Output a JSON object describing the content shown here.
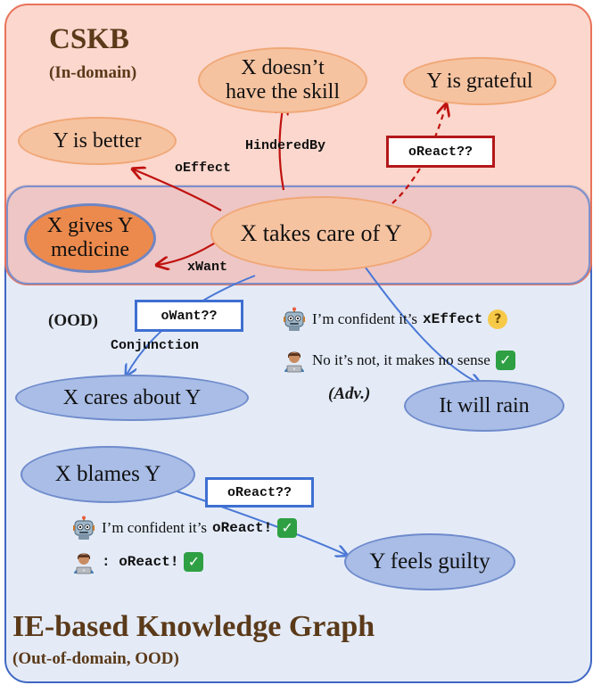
{
  "regions": {
    "cskb": {
      "title": "CSKB",
      "subtitle": "(In-domain)"
    },
    "ie": {
      "title": "IE-based Knowledge Graph",
      "subtitle": "(Out-of-domain, OOD)"
    }
  },
  "nodes": {
    "no_skill": "X doesn’t\nhave the skill",
    "grateful": "Y is grateful",
    "better": "Y is better",
    "takes_care": "X takes care of Y",
    "medicine": "X gives Y\nmedicine",
    "cares_about": "X cares about Y",
    "rain": "It will rain",
    "blames": "X blames Y",
    "guilty": "Y feels guilty"
  },
  "edges": {
    "hindered_by": "HinderedBy",
    "o_effect": "oEffect",
    "x_want": "xWant",
    "conjunction": "Conjunction"
  },
  "query_boxes": {
    "oreact_top": "oReact??",
    "owant": "oWant??",
    "oreact_bottom": "oReact??"
  },
  "tags": {
    "ood": "(OOD)",
    "adv": "(Adv.)"
  },
  "chat": {
    "robot1_text": "I’m confident it’s",
    "robot1_relation": "xEffect",
    "human1_text": "No it’s not, it makes no sense",
    "robot2_text": "I’m confident it’s",
    "robot2_relation": "oReact!",
    "human2_relation": ": oReact!"
  },
  "colors": {
    "cskb_bg": "#fbdcd3",
    "cskb_border": "#e8735a",
    "ie_bg": "#e4ebf7",
    "ie_border": "#3f67c4",
    "red_arrow": "#c0120f",
    "blue_arrow": "#4a78d6"
  },
  "icons": [
    "robot-icon",
    "human-icon",
    "thinking-face-icon",
    "check-mark-icon"
  ]
}
